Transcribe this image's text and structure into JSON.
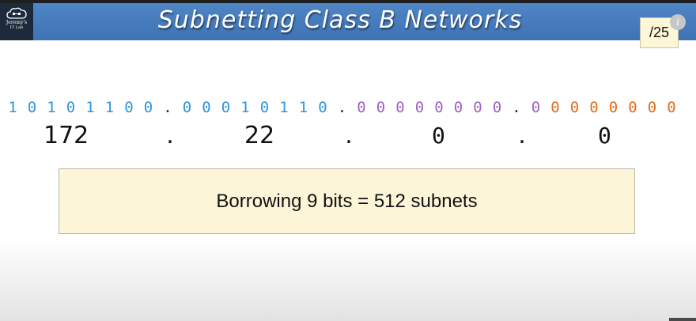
{
  "header": {
    "title": "Subnetting Class B Networks",
    "logo": {
      "icon": "cloud-network-icon",
      "line1": "Jeremy's",
      "line2": "IT Lab"
    }
  },
  "prefix_badge": "/25",
  "info_icon": "i",
  "binary": {
    "octets": [
      {
        "bits": [
          "1",
          "0",
          "1",
          "0",
          "1",
          "1",
          "0",
          "0"
        ]
      },
      {
        "bits": [
          "0",
          "0",
          "0",
          "1",
          "0",
          "1",
          "1",
          "0"
        ]
      },
      {
        "bits": [
          "0",
          "0",
          "0",
          "0",
          "0",
          "0",
          "0",
          "0"
        ]
      },
      {
        "bits": [
          "0",
          "0",
          "0",
          "0",
          "0",
          "0",
          "0",
          "0"
        ]
      }
    ],
    "separator": "."
  },
  "decimal": {
    "octets": [
      "172",
      "22",
      "0",
      "0"
    ],
    "separator": "."
  },
  "callout": "Borrowing 9 bits = 512 subnets",
  "colors": {
    "network_bits": "#2e95dd",
    "borrowed_bits": "#a25fc6",
    "host_bits": "#e36b1a",
    "separator": "#222222",
    "header_blue": "#4a80c2"
  }
}
